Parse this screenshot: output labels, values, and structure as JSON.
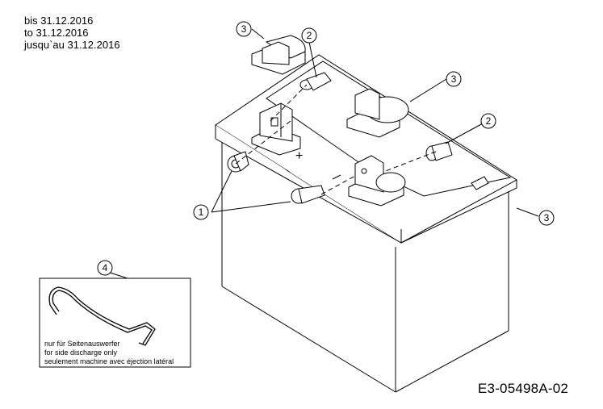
{
  "validity": {
    "de": "bis 31.12.2016",
    "en": "to 31.12.2016",
    "fr": "jusqu`au 31.12.2016"
  },
  "drawing_number": "E3-05498A-02",
  "callouts": {
    "terminal_bolts": "1",
    "terminal_boot_top": "2",
    "terminal_boot_right": "2",
    "terminal_cover_top": "3",
    "terminal_cover_right": "3",
    "battery": "3",
    "clip": "4"
  },
  "inset_note": {
    "de": "nur für Seitenauswerfer",
    "en": "for side discharge only",
    "fr": "seulement machine avec éjection latéral"
  },
  "colors": {
    "line": "#000000",
    "background": "#ffffff"
  }
}
